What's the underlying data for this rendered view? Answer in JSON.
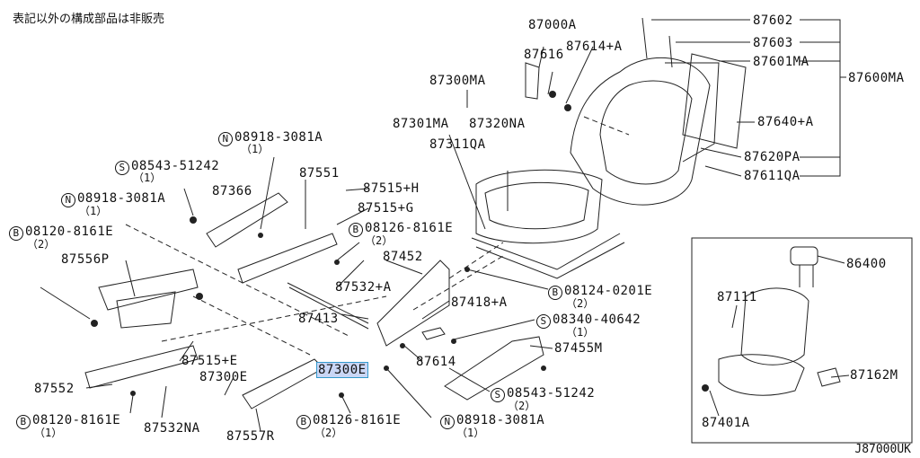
{
  "diagram": {
    "note": "表記以外の構成部品は非販売",
    "diagram_code": "J87000UK",
    "highlighted_part": "87300E",
    "callouts": {
      "p87000A": "87000A",
      "p87616": "87616",
      "p87614A": "87614+A",
      "p87602": "87602",
      "p87603": "87603",
      "p87601MA": "87601MA",
      "p87600MA": "87600MA",
      "p87640A": "87640+A",
      "p87620PA": "87620PA",
      "p87611QA": "87611QA",
      "p87300MA": "87300MA",
      "p87301MA": "87301MA",
      "p87320NA": "87320NA",
      "p87311QA": "87311QA",
      "p08918_3081A_1": "08918-3081A",
      "p08543_51242_1": "08543-51242",
      "p87366": "87366",
      "p87551": "87551",
      "p87515H": "87515+H",
      "p87515G": "87515+G",
      "p08918_3081A_2": "08918-3081A",
      "p08126_8161E_1": "08126-8161E",
      "p08120_8161E_1": "08120-8161E",
      "p87556P": "87556P",
      "p87452": "87452",
      "p87532A": "87532+A",
      "p08124_0201E": "08124-0201E",
      "p87418A": "87418+A",
      "p87413": "87413",
      "p08340_40642": "08340-40642",
      "p87515E": "87515+E",
      "p87614": "87614",
      "p87455M": "87455M",
      "p87300E_left": "87300E",
      "p87300E_box": "87300E",
      "p87552": "87552",
      "p08543_51242_2": "08543-51242",
      "p08120_8161E_2": "08120-8161E",
      "p87532NA": "87532NA",
      "p08126_8161E_2": "08126-8161E",
      "p08918_3081A_3": "08918-3081A",
      "p87557R": "87557R",
      "p86400": "86400",
      "p87111": "87111",
      "p87162M": "87162M",
      "p87401A": "87401A"
    },
    "quantities": {
      "q08918_3081A_1": "（1）",
      "q08543_51242_1": "（1）",
      "q08918_3081A_2": "（1）",
      "q08126_8161E_1": "（2）",
      "q08120_8161E_1": "（2）",
      "q08124_0201E": "（2）",
      "q08340_40642": "（1）",
      "q08543_51242_2": "（2）",
      "q08120_8161E_2": "（1）",
      "q08126_8161E_2": "（2）",
      "q08918_3081A_3": "（1）"
    },
    "prefixes": {
      "N": "N",
      "S": "S",
      "B": "B"
    }
  }
}
